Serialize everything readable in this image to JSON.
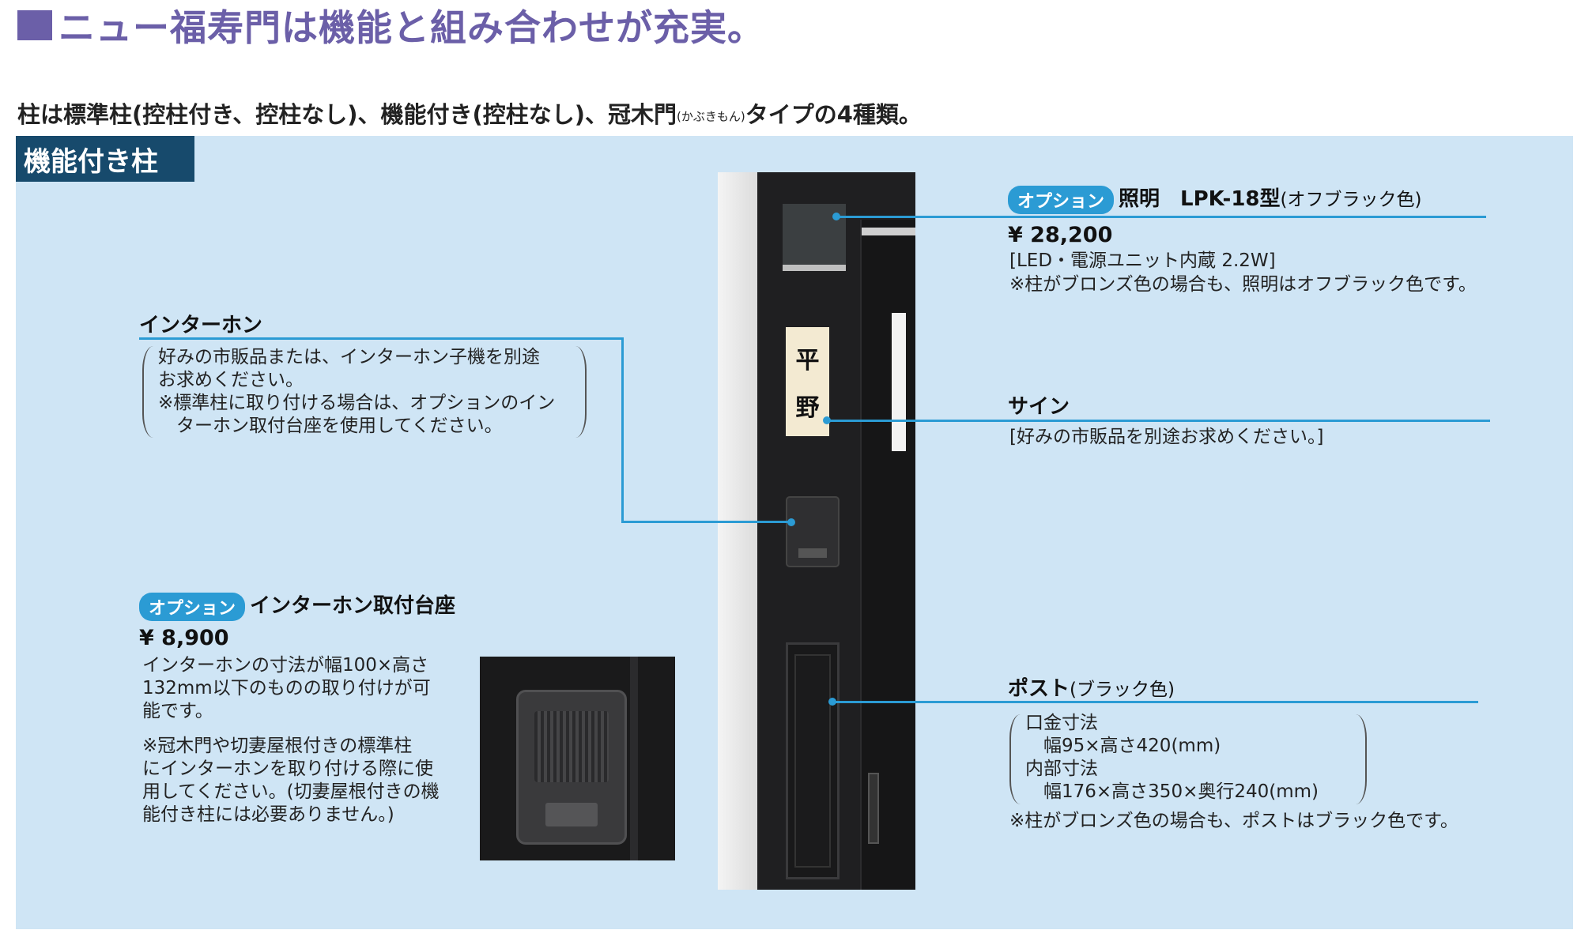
{
  "headline": "ニュー福寿門は機能と組み合わせが充実。",
  "subhead": {
    "main": "柱は標準柱(控柱付き、控柱なし)、機能付き(控柱なし)、冠木門",
    "ruby": "(かぶきもん)",
    "tail": "タイプの4種類。"
  },
  "section_label": "機能付き柱",
  "photo": {
    "sign_chars": [
      "平",
      "野"
    ]
  },
  "lighting": {
    "badge": "オプション",
    "title": "照明　LPK-18型",
    "color": "(オフブラック色)",
    "price": "¥ 28,200",
    "spec": "[LED・電源ユニット内蔵 2.2W]",
    "note": "※柱がブロンズ色の場合も、照明はオフブラック色です。"
  },
  "sign": {
    "title": "サイン",
    "text": "[好みの市販品を別途お求めください。]"
  },
  "intercom": {
    "title": "インターホン",
    "lines": [
      "好みの市販品または、インターホン子機を別途",
      "お求めください。",
      "※標準柱に取り付ける場合は、オプションのイン",
      "　ターホン取付台座を使用してください。"
    ]
  },
  "intercom_base": {
    "badge": "オプション",
    "title": "インターホン取付台座",
    "price": "¥ 8,900",
    "lines": [
      "インターホンの寸法が幅100×高さ",
      "132mm以下のものの取り付けが可",
      "能です。"
    ],
    "notes": [
      "※冠木門や切妻屋根付きの標準柱",
      "にインターホンを取り付ける際に使",
      "用してください。(切妻屋根付きの機",
      "能付き柱には必要ありません。)"
    ]
  },
  "post": {
    "title": "ポスト",
    "color": "(ブラック色)",
    "lines": [
      "口金寸法",
      "　幅95×高さ420(mm)",
      "内部寸法",
      "　幅176×高さ350×奥行240(mm)"
    ],
    "note": "※柱がブロンズ色の場合も、ポストはブラック色です。"
  },
  "colors": {
    "accent": "#2b9bd4",
    "headline": "#6b5fa8",
    "label_bg": "#174a6c",
    "panel": "#cfe5f5"
  }
}
